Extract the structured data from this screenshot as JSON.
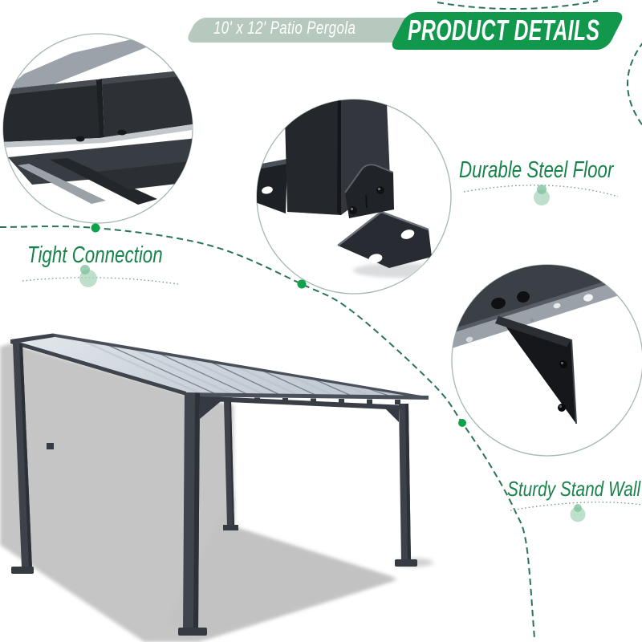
{
  "page": {
    "product_badge": "10' x 12' Patio Pergola",
    "section_banner": "PRODUCT DETAILS"
  },
  "callouts": [
    {
      "label": "Tight Connection",
      "photo": "roof-beam-joint-photo"
    },
    {
      "label": "Durable Steel Floor",
      "photo": "post-base-floor-bracket-photo"
    },
    {
      "label": "Sturdy Stand Wall",
      "photo": "corner-gusset-bracket-photo"
    }
  ],
  "product_image": "lean-to-patio-pergola-photo",
  "colors": {
    "bg": "#ffffff",
    "badge-bg": "#b7c9be",
    "badge-text": "#ffffff",
    "banner-bg": "#12984d",
    "banner-text": "#ffffff",
    "label-green": "#17824a",
    "arc-green": "#2b7355",
    "dot-arc": "#7d988c",
    "dot-green": "#0ea24d",
    "blob-green": "#a9d4bc",
    "blob-green-dark": "#82c29f",
    "circle-stroke": "#a3b8ae"
  }
}
